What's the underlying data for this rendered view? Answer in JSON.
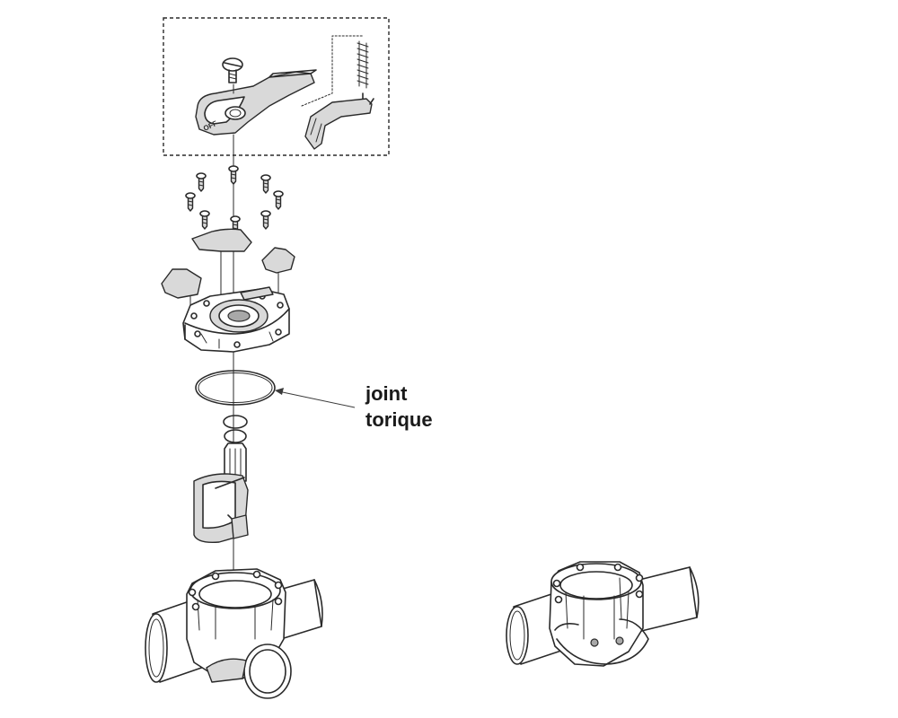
{
  "callout": {
    "lines": [
      "joint",
      "torique"
    ]
  },
  "colors": {
    "line": "#2a2a2a",
    "part_fill": "#d9d9d9",
    "background": "#ffffff"
  },
  "parts": [
    "handle-assembly",
    "screws",
    "indicator-labels",
    "valve-lid",
    "o-ring-large",
    "o-ring-small",
    "diverter",
    "valve-body",
    "valve-body-assembled"
  ]
}
